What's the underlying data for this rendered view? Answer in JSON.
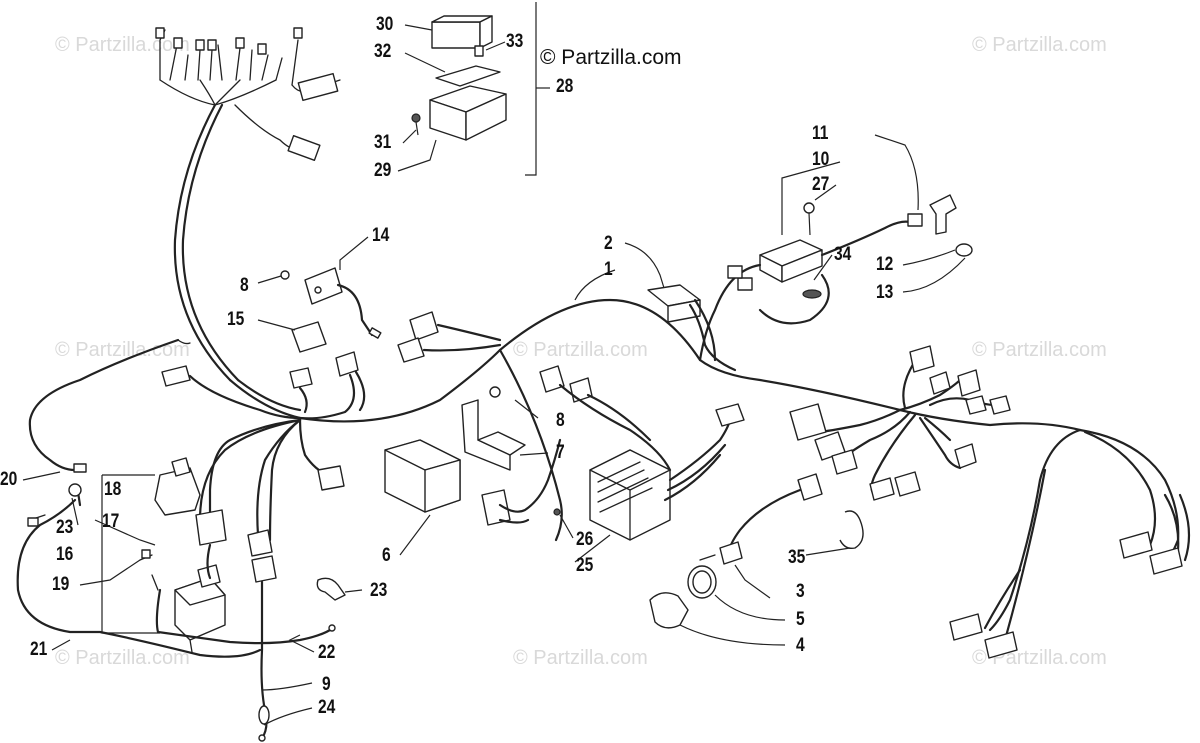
{
  "watermark_text": "© Partzilla.com",
  "brand_text": "© Partzilla.com",
  "labels": {
    "l1": "1",
    "l2": "2",
    "l3": "3",
    "l4": "4",
    "l5": "5",
    "l6": "6",
    "l7": "7",
    "l8a": "8",
    "l8b": "8",
    "l9": "9",
    "l10": "10",
    "l11": "11",
    "l12": "12",
    "l13": "13",
    "l14": "14",
    "l15": "15",
    "l16": "16",
    "l17": "17",
    "l18": "18",
    "l19": "19",
    "l20": "20",
    "l21": "21",
    "l22": "22",
    "l23a": "23",
    "l23b": "23",
    "l24": "24",
    "l25": "25",
    "l26": "26",
    "l27": "27",
    "l28": "28",
    "l29": "29",
    "l30": "30",
    "l31": "31",
    "l32": "32",
    "l33": "33",
    "l34": "34",
    "l35": "35"
  },
  "colors": {
    "ink": "#222222",
    "watermark": "#d9d9d9"
  }
}
